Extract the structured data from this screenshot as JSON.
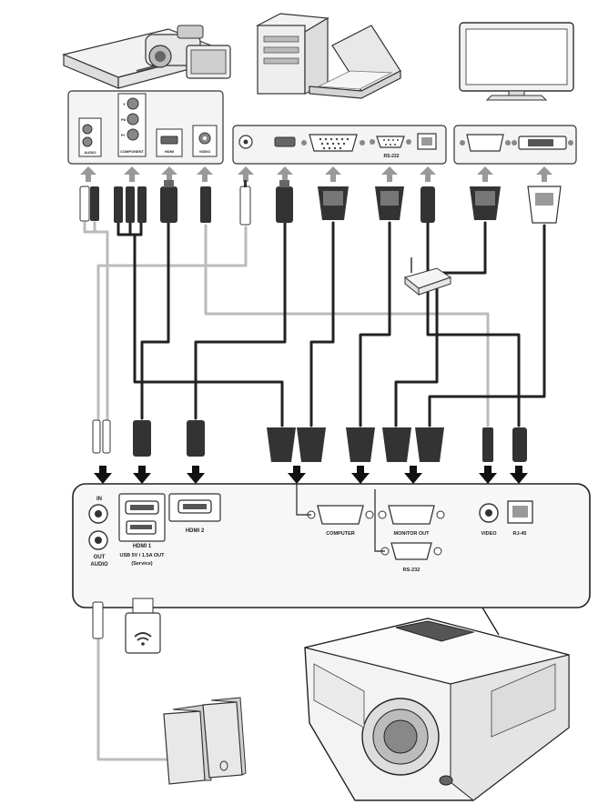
{
  "source_devices": {
    "av_panel": {
      "audio_port_label": "AUDIO",
      "component_port_label": "COMPONENT",
      "component_channels": [
        "Y",
        "Pb",
        "Pr"
      ],
      "hdmi_port_label": "HDMI",
      "video_port_label": "VIDEO"
    },
    "pc_panel": {
      "rs232_label": "RS-232"
    }
  },
  "projector_panel": {
    "audio_in_label": "IN",
    "audio_out_label_1": "OUT",
    "audio_out_label_2": "AUDIO",
    "hdmi1_label": "HDMI 1",
    "hdmi2_label": "HDMI 2",
    "usb_label_1": "USB 5V / 1.5A OUT",
    "usb_label_2": "(Service)",
    "computer_label": "COMPUTER",
    "monitor_out_label": "MONITOR OUT",
    "rs232_label": "RS-232",
    "video_label": "VIDEO",
    "rj45_label": "RJ-45"
  },
  "colors": {
    "arrow": "#999999",
    "panel_border": "#222222",
    "cable": "#bbbbbb",
    "connector": "#333333"
  }
}
